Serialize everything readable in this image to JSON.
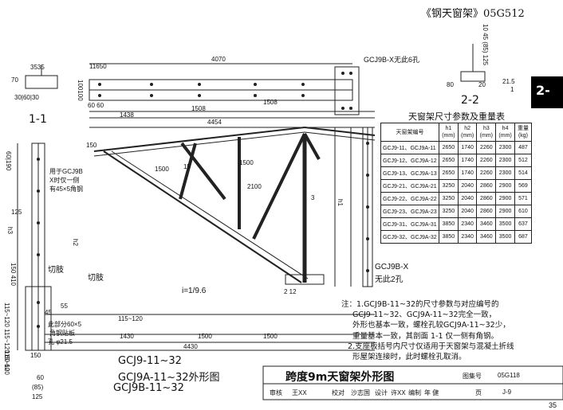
{
  "header": {
    "title": "《钢天窗架》05G512",
    "page_tab": "2-"
  },
  "sections": {
    "s11": "1-1",
    "s22": "2-2"
  },
  "top_dims": {
    "d4070": "4070",
    "d11650": "11650",
    "label_x_holes": "GCJ9B-X无此6孔",
    "d1438": "1438",
    "d1508a": "1508",
    "d1508b": "1508",
    "d4454": "4454",
    "d6060": "60 60",
    "d100100": "100100"
  },
  "left_dims": {
    "d70": "70",
    "d3535": "3535",
    "d30603030": "30|60|30",
    "d60190": "60|190",
    "d125": "125",
    "h3": "h3",
    "h2": "h2",
    "d150410": "150 410",
    "d9": "|60 60|",
    "col_vals": "115~120 115~120 60 60"
  },
  "right_dims": {
    "d10": "10",
    "d45": "45",
    "d85": "(85)",
    "d125r": "125",
    "d80": "80",
    "d20": "20",
    "d215": "21.5",
    "d1": "1"
  },
  "annotations": {
    "for_gcj9b": "用于GCJ9B",
    "gcj9b_note2": "X时仅一侧",
    "gcj9b_note3": "有45×5角钢",
    "cut_corner": "切肢",
    "cut_corner2": "切肢",
    "angle_note": "此部分60×5",
    "angle_note2": "角钢贴板",
    "hole": "孔 φ21.5",
    "slope": "i=1/9.6",
    "gcj9bx": "GCJ9B-X",
    "no2holes": "无此2孔",
    "h1": "h1",
    "d1500": "1500",
    "d1500b": "1500",
    "d15": "15",
    "d150": "150",
    "d2100": "2100",
    "d3": "3",
    "d212": "2 12"
  },
  "bottom_dims": {
    "d45": "45",
    "d55": "55",
    "d115120": "115~120",
    "d1430": "1430",
    "d1500a": "1500",
    "d1500b": "1500",
    "d4430": "4430",
    "d150": "150",
    "d115": "115~120",
    "d60": "60",
    "d85": "(85)",
    "d125": "125"
  },
  "model_labels": [
    "GCJ9-11~32",
    "GCJ9A-11~32外形图",
    "GCJ9B-11~32"
  ],
  "table": {
    "title": "天窗架尺寸参数及重量表",
    "headers": [
      "天窗架编号",
      "h1 (mm)",
      "h2 (mm)",
      "h3 (mm)",
      "h4 (mm)",
      "重量 (kg)"
    ],
    "rows": [
      [
        "GCJ9-11、GCJ9A-11",
        "2650",
        "1740",
        "2260",
        "2300",
        "487"
      ],
      [
        "GCJ9-12、GCJ9A-12",
        "2650",
        "1740",
        "2260",
        "2300",
        "512"
      ],
      [
        "GCJ9-13、GCJ9A-13",
        "2650",
        "1740",
        "2260",
        "2300",
        "514"
      ],
      [
        "GCJ9-21、GCJ9A-21",
        "3250",
        "2040",
        "2860",
        "2900",
        "569"
      ],
      [
        "GCJ9-22、GCJ9A-22",
        "3250",
        "2040",
        "2860",
        "2900",
        "571"
      ],
      [
        "GCJ9-23、GCJ9A-23",
        "3250",
        "2040",
        "2860",
        "2900",
        "610"
      ],
      [
        "GCJ9-31、GCJ9A-31",
        "3850",
        "2340",
        "3460",
        "3500",
        "637"
      ],
      [
        "GCJ9-32、GCJ9A-32",
        "3850",
        "2340",
        "3460",
        "3500",
        "687"
      ]
    ]
  },
  "notes": [
    "注：1.GCJ9B-11~32的尺寸参数与对应编号的",
    "GCJ9-11~32、GCJ9A-11~32完全一致，",
    "外形也基本一致，螺栓孔较GCJ9A-11~32少，",
    "重量基本一致，其剖面 1-1 仅一侧有角钢。",
    "2.支座板括号内尺寸仅适用于天窗架与混凝土折线",
    "形屋架连接时，此时螺栓孔取消。"
  ],
  "title_block": {
    "title": "跨度9m天窗架外形图",
    "atlas_label": "图集号",
    "atlas_no": "05G118",
    "review": "审核",
    "review_name": "王XX",
    "check": "校对",
    "check_name": "沙志国",
    "design": "设计",
    "design_name": "许XX",
    "draw": "编制",
    "draw_name": "年 健",
    "page_label": "页",
    "page_no": "J-9"
  },
  "page_number": "35"
}
